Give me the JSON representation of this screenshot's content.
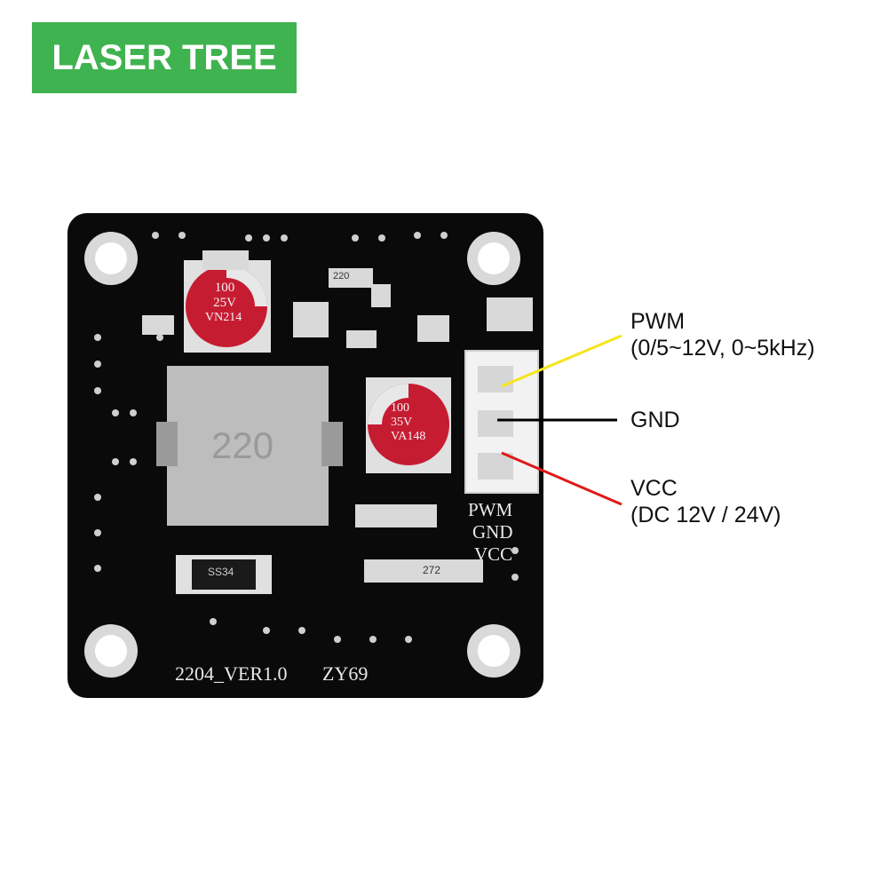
{
  "brand": {
    "name": "LASER TREE"
  },
  "board": {
    "silkscreen": {
      "pins": [
        "PWM",
        "GND",
        "VCC"
      ],
      "version": "2204_VER1.0",
      "model": "ZY69"
    },
    "components": {
      "cap1": [
        "100",
        "25V",
        "VN214"
      ],
      "cap2": [
        "100",
        "35V",
        "VA148"
      ],
      "inductor": "220",
      "diode": "SS34",
      "resistor": "272",
      "resistor2": "220"
    }
  },
  "labels": {
    "pwm": {
      "title": "PWM",
      "detail": "(0/5~12V, 0~5kHz)",
      "wire_color": "#f5e51c"
    },
    "gnd": {
      "title": "GND",
      "wire_color": "#000000"
    },
    "vcc": {
      "title": "VCC",
      "detail": "(DC 12V / 24V)",
      "wire_color": "#e01818"
    }
  }
}
